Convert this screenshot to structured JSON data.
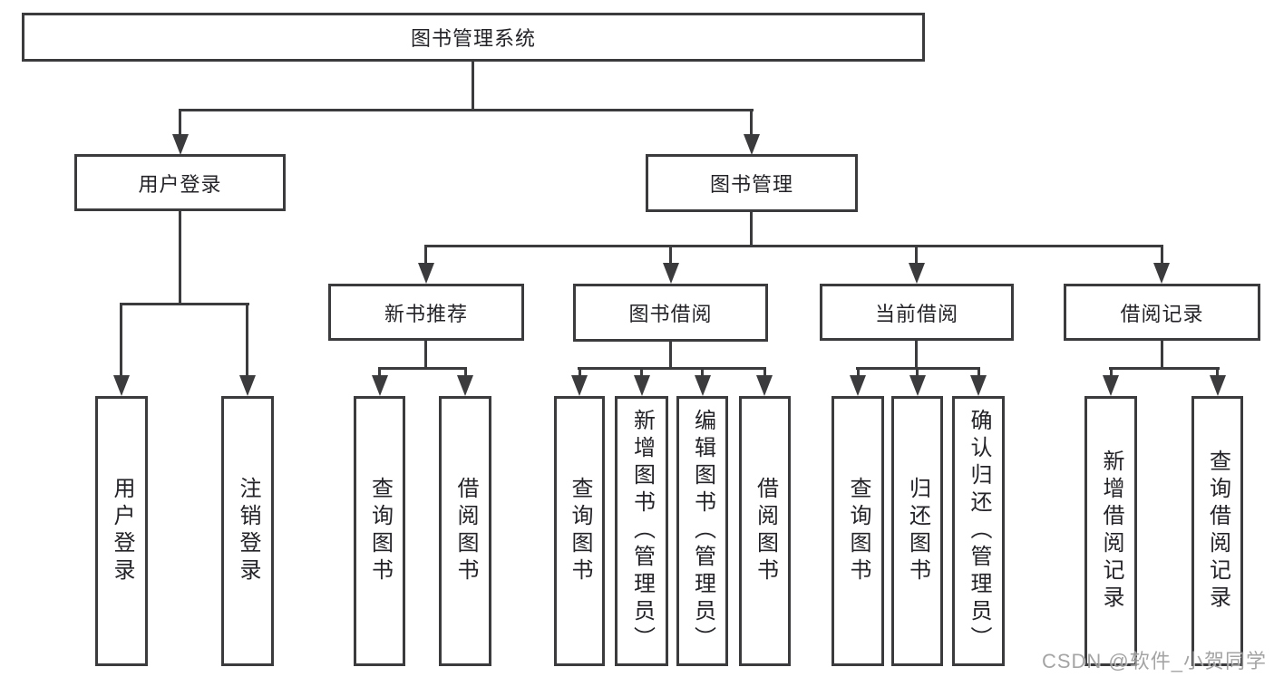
{
  "diagram": {
    "type": "hierarchy-tree",
    "watermark": "CSDN @软件_小贺同学",
    "colors": {
      "line": "#3b3b3e",
      "text": "#232328",
      "watermark": "#9b9b9b",
      "background": "#ffffff"
    },
    "nodes": {
      "root": {
        "label": "图书管理系统"
      },
      "user_login": {
        "label": "用户登录"
      },
      "book_mgmt": {
        "label": "图书管理"
      },
      "user_login_leaf": {
        "label": "用户登录"
      },
      "logout_leaf": {
        "label": "注销登录"
      },
      "new_book_rec": {
        "label": "新书推荐"
      },
      "book_borrow": {
        "label": "图书借阅"
      },
      "current_borrow": {
        "label": "当前借阅"
      },
      "borrow_records": {
        "label": "借阅记录"
      },
      "nbr_query": {
        "label": "查询图书"
      },
      "nbr_borrow": {
        "label": "借阅图书"
      },
      "bb_query": {
        "label": "查询图书"
      },
      "bb_add": {
        "label": "新增图书（管理员）"
      },
      "bb_edit": {
        "label": "编辑图书（管理员）"
      },
      "bb_borrow": {
        "label": "借阅图书"
      },
      "cb_query": {
        "label": "查询图书"
      },
      "cb_return": {
        "label": "归还图书"
      },
      "cb_confirm": {
        "label": "确认归还（管理员）"
      },
      "br_add": {
        "label": "新增借阅记录"
      },
      "br_query": {
        "label": "查询借阅记录"
      }
    },
    "structure": {
      "图书管理系统": {
        "用户登录": [
          "用户登录",
          "注销登录"
        ],
        "图书管理": {
          "新书推荐": [
            "查询图书",
            "借阅图书"
          ],
          "图书借阅": [
            "查询图书",
            "新增图书（管理员）",
            "编辑图书（管理员）",
            "借阅图书"
          ],
          "当前借阅": [
            "查询图书",
            "归还图书",
            "确认归还（管理员）"
          ],
          "借阅记录": [
            "新增借阅记录",
            "查询借阅记录"
          ]
        }
      }
    }
  }
}
